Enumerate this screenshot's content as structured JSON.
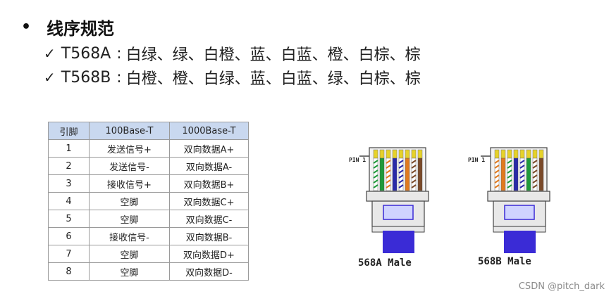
{
  "heading": {
    "bullet": "•",
    "title": "线序规范"
  },
  "standards": [
    {
      "check": "✓",
      "name": "T568A",
      "colon": ":",
      "order": "白绿、绿、白橙、蓝、白蓝、橙、白棕、棕"
    },
    {
      "check": "✓",
      "name": "T568B",
      "colon": ":",
      "order": "白橙、橙、白绿、蓝、白蓝、绿、白棕、棕"
    }
  ],
  "table": {
    "headers": [
      "引脚",
      "100Base-T",
      "1000Base-T"
    ],
    "rows": [
      [
        "1",
        "发送信号+",
        "双向数据A+"
      ],
      [
        "2",
        "发送信号-",
        "双向数据A-"
      ],
      [
        "3",
        "接收信号+",
        "双向数据B+"
      ],
      [
        "4",
        "空脚",
        "双向数据C+"
      ],
      [
        "5",
        "空脚",
        "双向数据C-"
      ],
      [
        "6",
        "接收信号-",
        "双向数据B-"
      ],
      [
        "7",
        "空脚",
        "双向数据D+"
      ],
      [
        "8",
        "空脚",
        "双向数据D-"
      ]
    ],
    "header_bg": "#c9d8ef"
  },
  "plugs": [
    {
      "pin_label": "PIN 1",
      "label": "568A Male",
      "wires": [
        "white-green",
        "green",
        "white-orange",
        "blue",
        "white-blue",
        "orange",
        "white-brown",
        "brown"
      ]
    },
    {
      "pin_label": "PIN 1",
      "label": "568B Male",
      "wires": [
        "white-orange",
        "orange",
        "white-green",
        "blue",
        "white-blue",
        "green",
        "white-brown",
        "brown"
      ]
    }
  ],
  "colors": {
    "boot": "#3a2bd6",
    "contact": "#e6d22a",
    "wire_green": "#1f9a3a",
    "wire_orange": "#e07a1f",
    "wire_blue": "#2a2aa8",
    "wire_brown": "#7a4a2a"
  },
  "watermark": "CSDN @pitch_dark"
}
